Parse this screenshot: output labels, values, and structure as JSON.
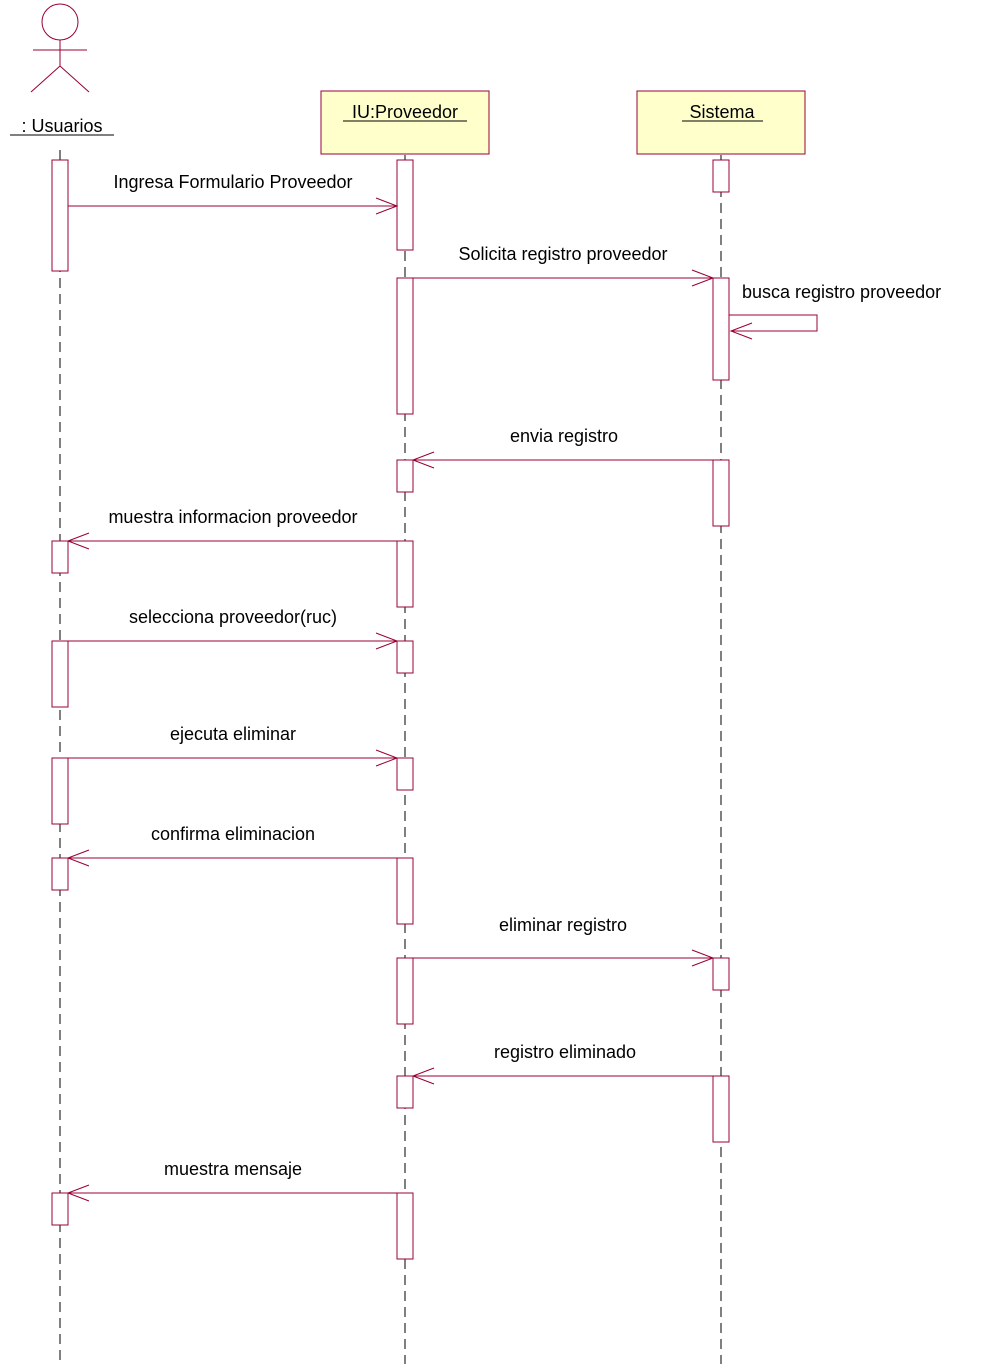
{
  "participants": {
    "actor": {
      "label": ": Usuarios"
    },
    "ui": {
      "label": "IU:Proveedor"
    },
    "sistema": {
      "label": "Sistema"
    }
  },
  "messages": [
    "Ingresa Formulario Proveedor",
    "Solicita registro proveedor",
    "busca registro proveedor",
    "envia registro",
    "muestra informacion proveedor",
    "selecciona proveedor(ruc)",
    "ejecuta eliminar",
    "confirma eliminacion",
    "eliminar registro",
    "registro eliminado",
    "muestra mensaje"
  ],
  "colors": {
    "line": "#990033",
    "object_fill": "#ffffcc"
  }
}
